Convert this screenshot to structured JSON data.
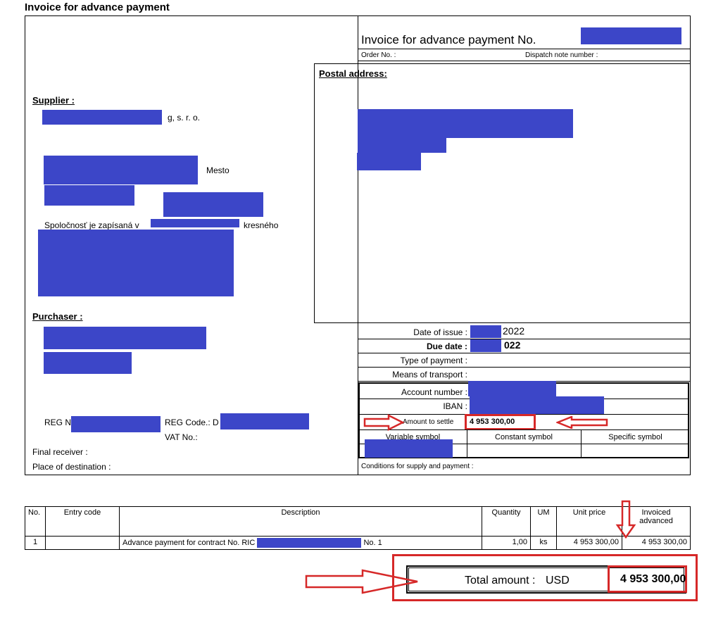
{
  "page": {
    "title": "Invoice for advance payment"
  },
  "header": {
    "invoice_title": "Invoice for advance payment No.",
    "order_no_label": "Order No. :",
    "dispatch_label": "Dispatch note number :"
  },
  "postal": {
    "label": "Postal address:"
  },
  "supplier": {
    "label": "Supplier :",
    "line1_suffix": "g, s. r. o.",
    "city_suffix": "Mesto",
    "reg_text_prefix": "Spoločnosť je zapísaná v",
    "reg_text_suffix": "kresného"
  },
  "purchaser": {
    "label": "Purchaser :",
    "reg_no_label": "REG N",
    "reg_code_label": "REG Code.: D",
    "vat_label": "VAT No.:",
    "final_receiver_label": "Final receiver :",
    "destination_label": "Place of destination :"
  },
  "details": {
    "date_issue_label": "Date of issue :",
    "date_issue_value": "2022",
    "due_date_label": "Due date :",
    "due_date_value": "022",
    "payment_type_label": "Type of payment :",
    "transport_label": "Means of transport :",
    "account_label": "Account number :",
    "iban_label": "IBAN :",
    "amount_label": "Amount to settle",
    "amount_value": "4 953 300,00",
    "variable_symbol": "Variable symbol",
    "constant_symbol": "Constant symbol",
    "specific_symbol": "Specific symbol",
    "conditions_label": "Conditions for supply and payment :"
  },
  "items": {
    "headers": [
      "No.",
      "Entry code",
      "Description",
      "Quantity",
      "UM",
      "Unit price",
      "Invoiced advanced"
    ],
    "rows": [
      {
        "no": "1",
        "entry_code": "",
        "description_prefix": "Advance payment for contract No. RIC",
        "description_suffix": "No. 1",
        "quantity": "1,00",
        "um": "ks",
        "unit_price": "4 953 300,00",
        "invoiced": "4 953 300,00"
      }
    ]
  },
  "total": {
    "label": "Total amount :",
    "currency": "USD",
    "value": "4 953 300,00"
  },
  "colors": {
    "redaction": "#3c46c8",
    "annotation": "#d62828"
  }
}
